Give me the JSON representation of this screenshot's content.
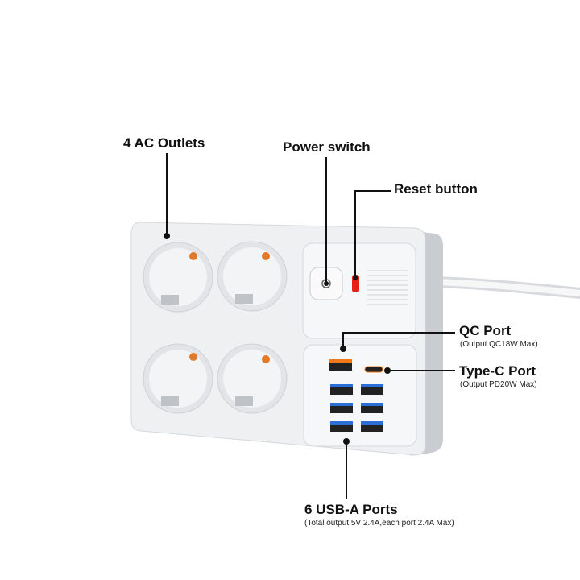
{
  "callouts": {
    "ac_outlets": {
      "title": "4 AC Outlets"
    },
    "power_switch": {
      "title": "Power switch"
    },
    "reset_button": {
      "title": "Reset button"
    },
    "qc_port": {
      "title": "QC Port",
      "note": "(Output QC18W Max)"
    },
    "type_c_port": {
      "title": "Type-C Port",
      "note": "(Output PD20W Max)"
    },
    "usb_a_ports": {
      "title": "6 USB-A Ports",
      "note": "(Total output 5V 2.4A,each port 2.4A Max)"
    }
  },
  "colors": {
    "qc_accent": "#f07a1a",
    "usb_blue": "#2a6fd6",
    "reset_red": "#e8201c",
    "body": "#f2f3f5"
  }
}
